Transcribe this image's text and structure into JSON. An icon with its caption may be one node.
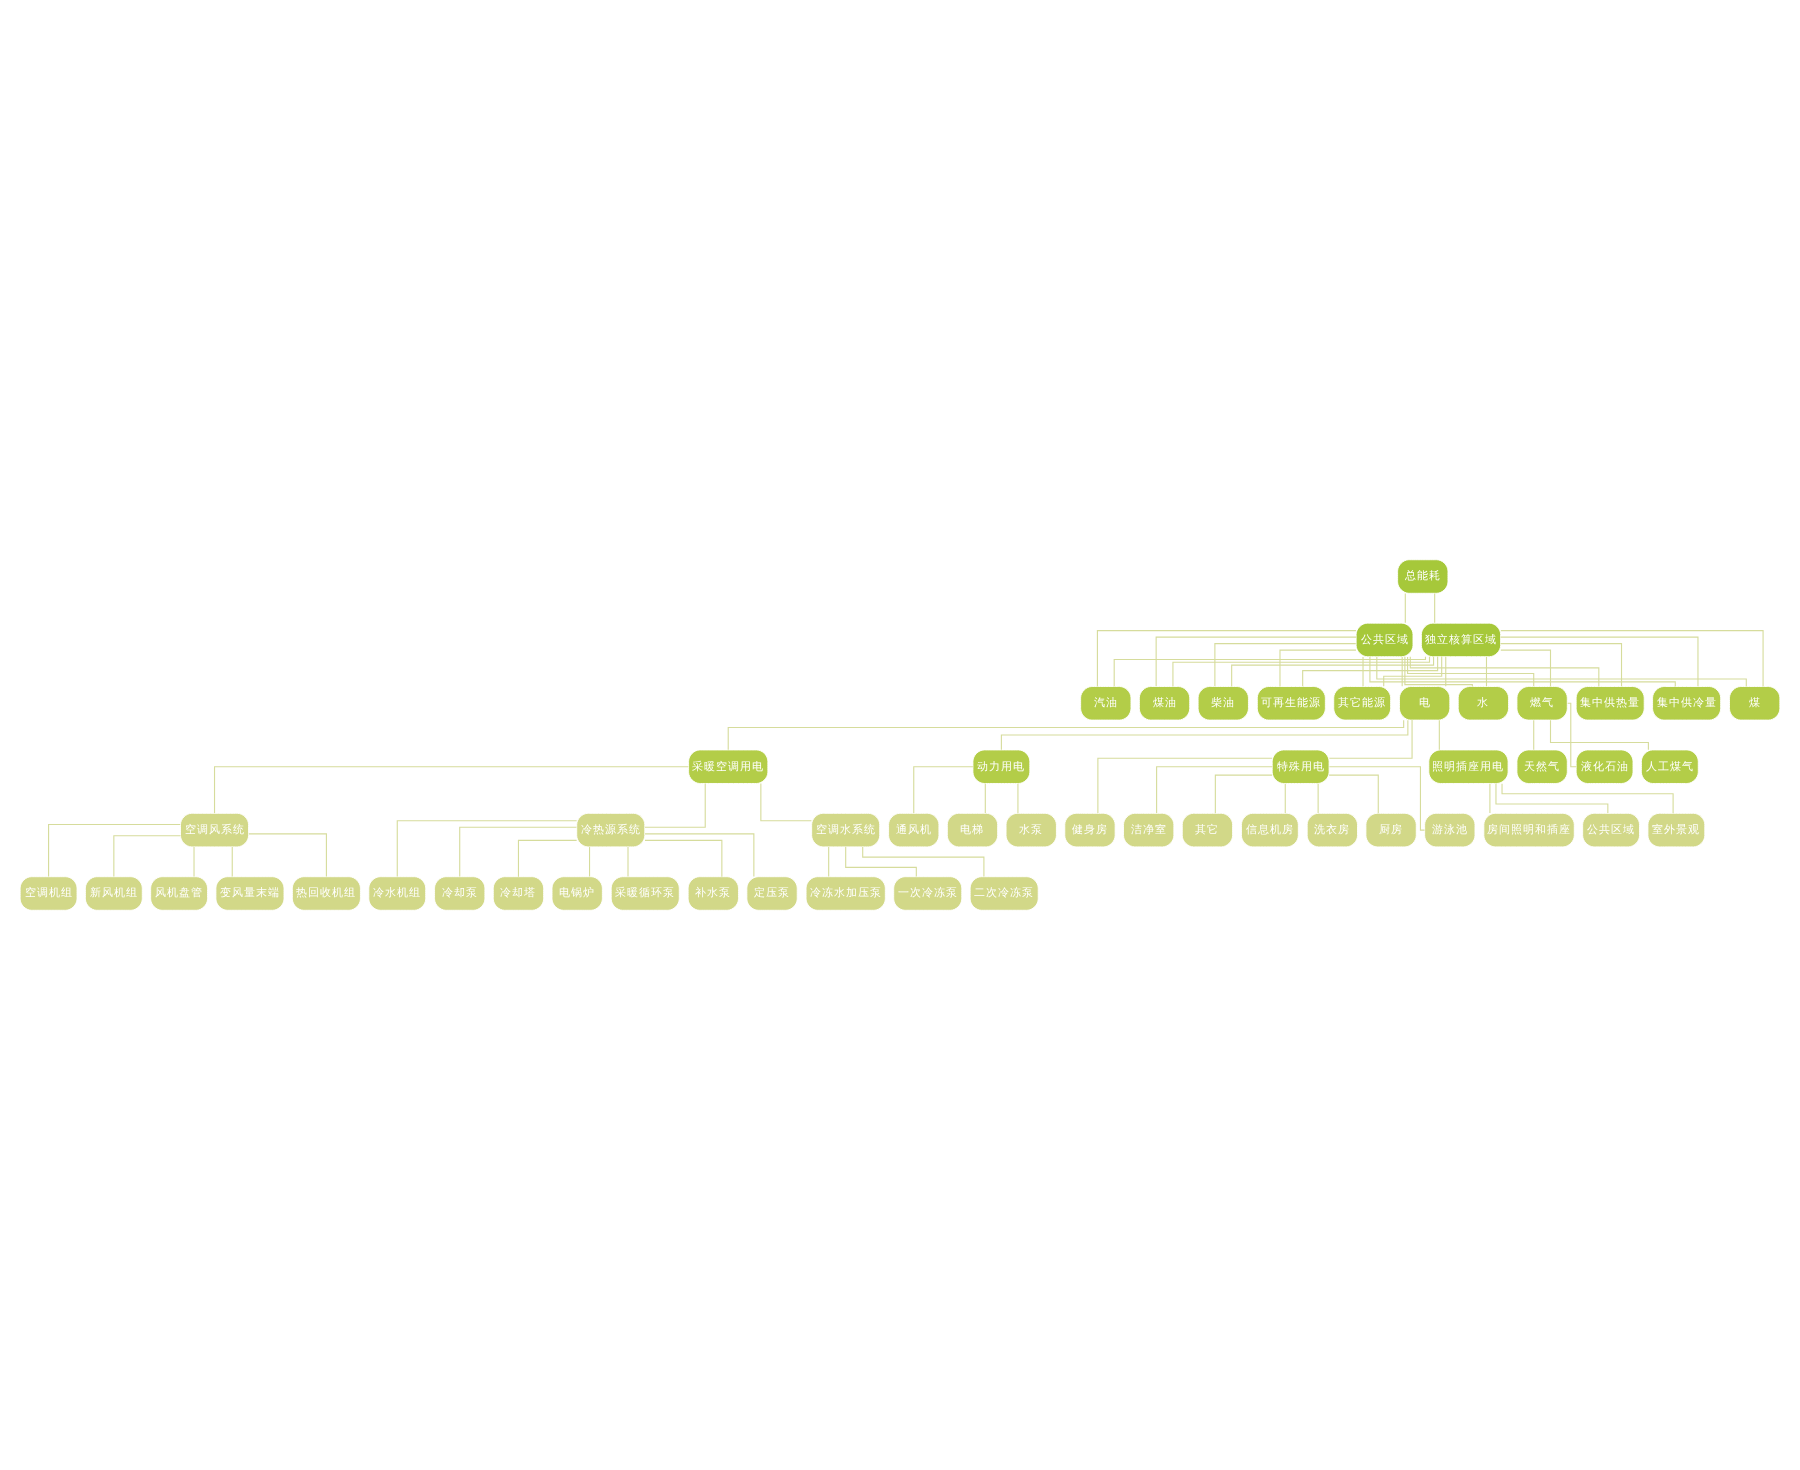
{
  "diagram": {
    "nodes": [
      {
        "text": [
          "总能耗"
        ]
      },
      {
        "text": [
          "公共区域"
        ]
      },
      {
        "text": [
          "独立核算区域"
        ]
      },
      {
        "text": [
          "电"
        ]
      },
      {
        "text": [
          "水"
        ]
      },
      {
        "text": [
          "燃气"
        ]
      },
      {
        "text": [
          "集中供热量"
        ]
      },
      {
        "text": [
          "集中供冷量"
        ]
      },
      {
        "text": [
          "煤"
        ]
      },
      {
        "text": [
          "汽油"
        ]
      },
      {
        "text": [
          "煤油"
        ]
      },
      {
        "text": [
          "柴油"
        ]
      },
      {
        "text": [
          "可再生能源"
        ]
      },
      {
        "text": [
          "其它能源"
        ]
      },
      {
        "text": [
          "照明插座用电"
        ]
      },
      {
        "text": [
          "采暖空调用电"
        ]
      },
      {
        "text": [
          "动力用电"
        ]
      },
      {
        "text": [
          "特殊用电"
        ]
      },
      {
        "text": [
          "天然气"
        ]
      },
      {
        "text": [
          "液化石油"
        ]
      },
      {
        "text": [
          "人工煤气"
        ]
      },
      {
        "text": [
          "房间照明和插座"
        ]
      },
      {
        "text": [
          "公共区域"
        ]
      },
      {
        "text": [
          "室外景观"
        ]
      },
      {
        "text": [
          "冷热源系统"
        ]
      },
      {
        "text": [
          "空调水系统"
        ]
      },
      {
        "text": [
          "空调风系统"
        ]
      },
      {
        "text": [
          "电梯"
        ]
      },
      {
        "text": [
          "水泵"
        ]
      },
      {
        "text": [
          "通风机"
        ]
      },
      {
        "text": [
          "信息机房"
        ]
      },
      {
        "text": [
          "洗衣房"
        ]
      },
      {
        "text": [
          "厨房"
        ]
      },
      {
        "text": [
          "游泳池"
        ]
      },
      {
        "text": [
          "健身房"
        ]
      },
      {
        "text": [
          "洁净室"
        ]
      },
      {
        "text": [
          "其它"
        ]
      },
      {
        "text": [
          "冷水机组"
        ]
      },
      {
        "text": [
          "冷却泵"
        ]
      },
      {
        "text": [
          "冷却塔"
        ]
      },
      {
        "text": [
          "电锅炉"
        ]
      },
      {
        "text": [
          "采暖循环泵"
        ]
      },
      {
        "text": [
          "补水泵"
        ]
      },
      {
        "text": [
          "定压泵"
        ]
      },
      {
        "text": [
          "一次冷冻泵"
        ]
      },
      {
        "text": [
          "二次冷冻泵"
        ]
      },
      {
        "text": [
          "冷冻水加压泵"
        ]
      },
      {
        "text": [
          "空调机组"
        ]
      },
      {
        "text": [
          "新风机组"
        ]
      },
      {
        "text": [
          "风机盘管"
        ]
      },
      {
        "text": [
          "变风量末端"
        ]
      },
      {
        "text": [
          "热回收机组"
        ]
      }
    ],
    "edges": [
      {
        "from": 0,
        "to": 1,
        "arrow": "none"
      },
      {
        "from": 0,
        "to": 2,
        "arrow": "none"
      },
      {
        "from": 1,
        "to": 3,
        "arrow": "none"
      },
      {
        "from": 1,
        "to": 4,
        "arrow": "none"
      },
      {
        "from": 1,
        "to": 5,
        "arrow": "none"
      },
      {
        "from": 1,
        "to": 6,
        "arrow": "none"
      },
      {
        "from": 1,
        "to": 7,
        "arrow": "none"
      },
      {
        "from": 1,
        "to": 8,
        "arrow": "none"
      },
      {
        "from": 1,
        "to": 9,
        "arrow": "none"
      },
      {
        "from": 1,
        "to": 10,
        "arrow": "none"
      },
      {
        "from": 1,
        "to": 11,
        "arrow": "none"
      },
      {
        "from": 1,
        "to": 12,
        "arrow": "none"
      },
      {
        "from": 1,
        "to": 13,
        "arrow": "none"
      },
      {
        "from": 2,
        "to": 3,
        "arrow": "none"
      },
      {
        "from": 2,
        "to": 4,
        "arrow": "none"
      },
      {
        "from": 2,
        "to": 5,
        "arrow": "none"
      },
      {
        "from": 2,
        "to": 6,
        "arrow": "none"
      },
      {
        "from": 2,
        "to": 7,
        "arrow": "none"
      },
      {
        "from": 2,
        "to": 8,
        "arrow": "none"
      },
      {
        "from": 2,
        "to": 9,
        "arrow": "none"
      },
      {
        "from": 2,
        "to": 10,
        "arrow": "none"
      },
      {
        "from": 2,
        "to": 11,
        "arrow": "none"
      },
      {
        "from": 2,
        "to": 12,
        "arrow": "none"
      },
      {
        "from": 2,
        "to": 13,
        "arrow": "none"
      },
      {
        "from": 3,
        "to": 14,
        "arrow": "none"
      },
      {
        "from": 3,
        "to": 15,
        "arrow": "none"
      },
      {
        "from": 3,
        "to": 16,
        "arrow": "none"
      },
      {
        "from": 3,
        "to": 17,
        "arrow": "none"
      },
      {
        "from": 5,
        "to": 18,
        "arrow": "none"
      },
      {
        "from": 5,
        "to": 19,
        "arrow": "none"
      },
      {
        "from": 5,
        "to": 20,
        "arrow": "none"
      },
      {
        "from": 14,
        "to": 21,
        "arrow": "none"
      },
      {
        "from": 14,
        "to": 22,
        "arrow": "none"
      },
      {
        "from": 14,
        "to": 23,
        "arrow": "none"
      },
      {
        "from": 15,
        "to": 24,
        "arrow": "none"
      },
      {
        "from": 15,
        "to": 25,
        "arrow": "none"
      },
      {
        "from": 15,
        "to": 26,
        "arrow": "none"
      },
      {
        "from": 16,
        "to": 27,
        "arrow": "none"
      },
      {
        "from": 16,
        "to": 28,
        "arrow": "none"
      },
      {
        "from": 16,
        "to": 29,
        "arrow": "none"
      },
      {
        "from": 17,
        "to": 30,
        "arrow": "none"
      },
      {
        "from": 17,
        "to": 31,
        "arrow": "none"
      },
      {
        "from": 17,
        "to": 32,
        "arrow": "none"
      },
      {
        "from": 17,
        "to": 33,
        "arrow": "none"
      },
      {
        "from": 17,
        "to": 34,
        "arrow": "none"
      },
      {
        "from": 17,
        "to": 35,
        "arrow": "none"
      },
      {
        "from": 17,
        "to": 36,
        "arrow": "none"
      },
      {
        "from": 24,
        "to": 37,
        "arrow": "none"
      },
      {
        "from": 24,
        "to": 38,
        "arrow": "none"
      },
      {
        "from": 24,
        "to": 39,
        "arrow": "none"
      },
      {
        "from": 24,
        "to": 40,
        "arrow": "none"
      },
      {
        "from": 24,
        "to": 41,
        "arrow": "none"
      },
      {
        "from": 24,
        "to": 42,
        "arrow": "none"
      },
      {
        "from": 24,
        "to": 43,
        "arrow": "none"
      },
      {
        "from": 25,
        "to": 44,
        "arrow": "none"
      },
      {
        "from": 25,
        "to": 45,
        "arrow": "none"
      },
      {
        "from": 25,
        "to": 46,
        "arrow": "none"
      },
      {
        "from": 26,
        "to": 47,
        "arrow": "none"
      },
      {
        "from": 26,
        "to": 48,
        "arrow": "none"
      },
      {
        "from": 26,
        "to": 49,
        "arrow": "none"
      },
      {
        "from": 26,
        "to": 50,
        "arrow": "none"
      },
      {
        "from": 26,
        "to": 51,
        "arrow": "none"
      }
    ]
  }
}
